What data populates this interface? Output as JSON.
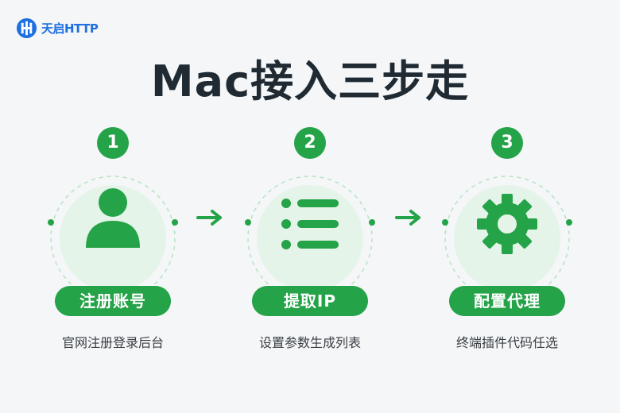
{
  "brand": {
    "name": "天启HTTP",
    "color": "#1f6fe0"
  },
  "title": "Mac接入三步走",
  "accent": "#24a348",
  "steps": [
    {
      "num": "1",
      "label": "注册账号",
      "desc": "官网注册登录后台",
      "icon": "user-icon"
    },
    {
      "num": "2",
      "label": "提取IP",
      "desc": "设置参数生成列表",
      "icon": "list-icon"
    },
    {
      "num": "3",
      "label": "配置代理",
      "desc": "终端插件代码任选",
      "icon": "gear-icon"
    }
  ]
}
